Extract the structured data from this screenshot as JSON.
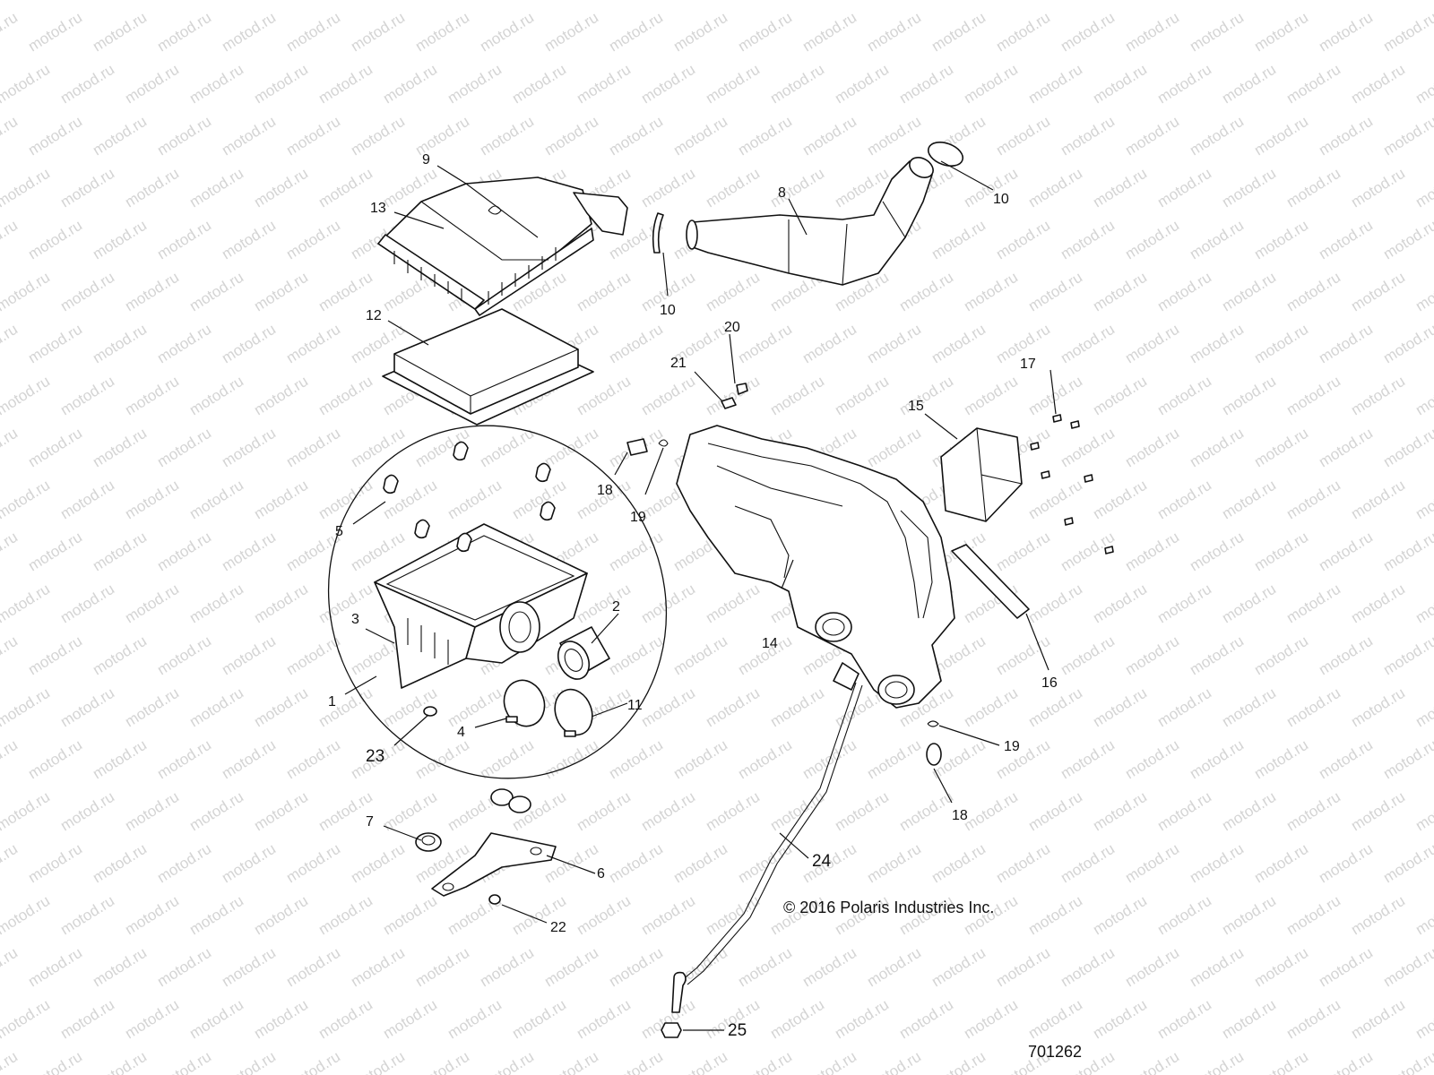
{
  "watermark": "motod.ru",
  "copyright": "© 2016 Polaris Industries Inc.",
  "diagram_number": "701262",
  "callouts": {
    "c1": "1",
    "c2": "2",
    "c3": "3",
    "c4": "4",
    "c5": "5",
    "c6": "6",
    "c7": "7",
    "c8": "8",
    "c9": "9",
    "c10a": "10",
    "c10b": "10",
    "c11": "11",
    "c12": "12",
    "c13": "13",
    "c14": "14",
    "c15": "15",
    "c16": "16",
    "c17": "17",
    "c18a": "18",
    "c18b": "18",
    "c19a": "19",
    "c19b": "19",
    "c20": "20",
    "c21": "21",
    "c22": "22",
    "c23": "23",
    "c24": "24",
    "c25": "25"
  }
}
